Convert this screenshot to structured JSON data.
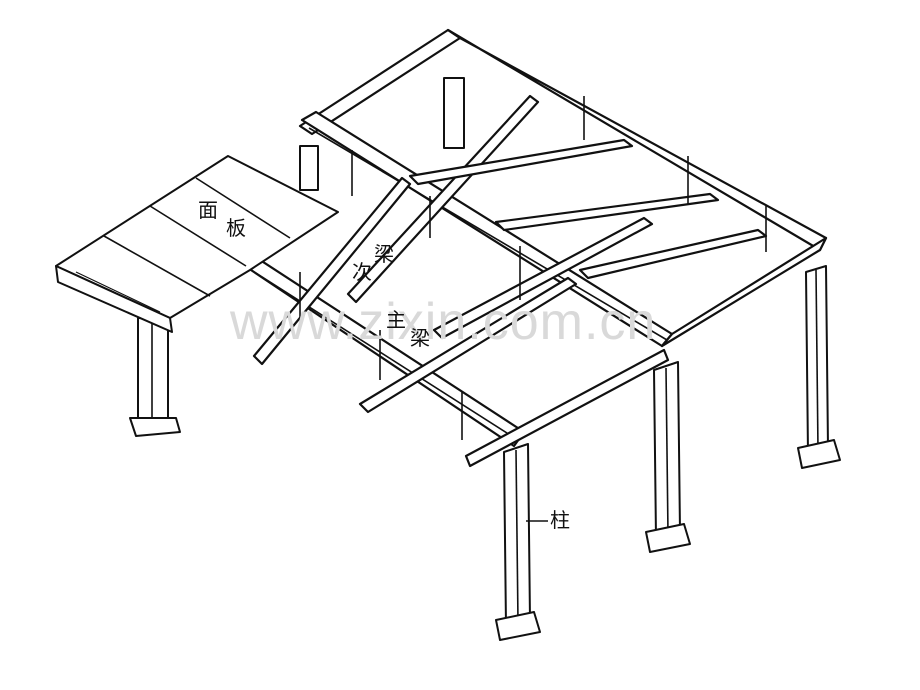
{
  "labels": {
    "panel_1": "面",
    "panel_2": "板",
    "secondary_beam_1": "次",
    "secondary_beam_2": "梁",
    "main_beam_1": "主",
    "main_beam_2": "梁",
    "column": "柱"
  },
  "watermark": "www.zixin.com.cn",
  "colors": {
    "line": "#111111",
    "background": "#ffffff",
    "watermark": "#d9d9d9"
  }
}
